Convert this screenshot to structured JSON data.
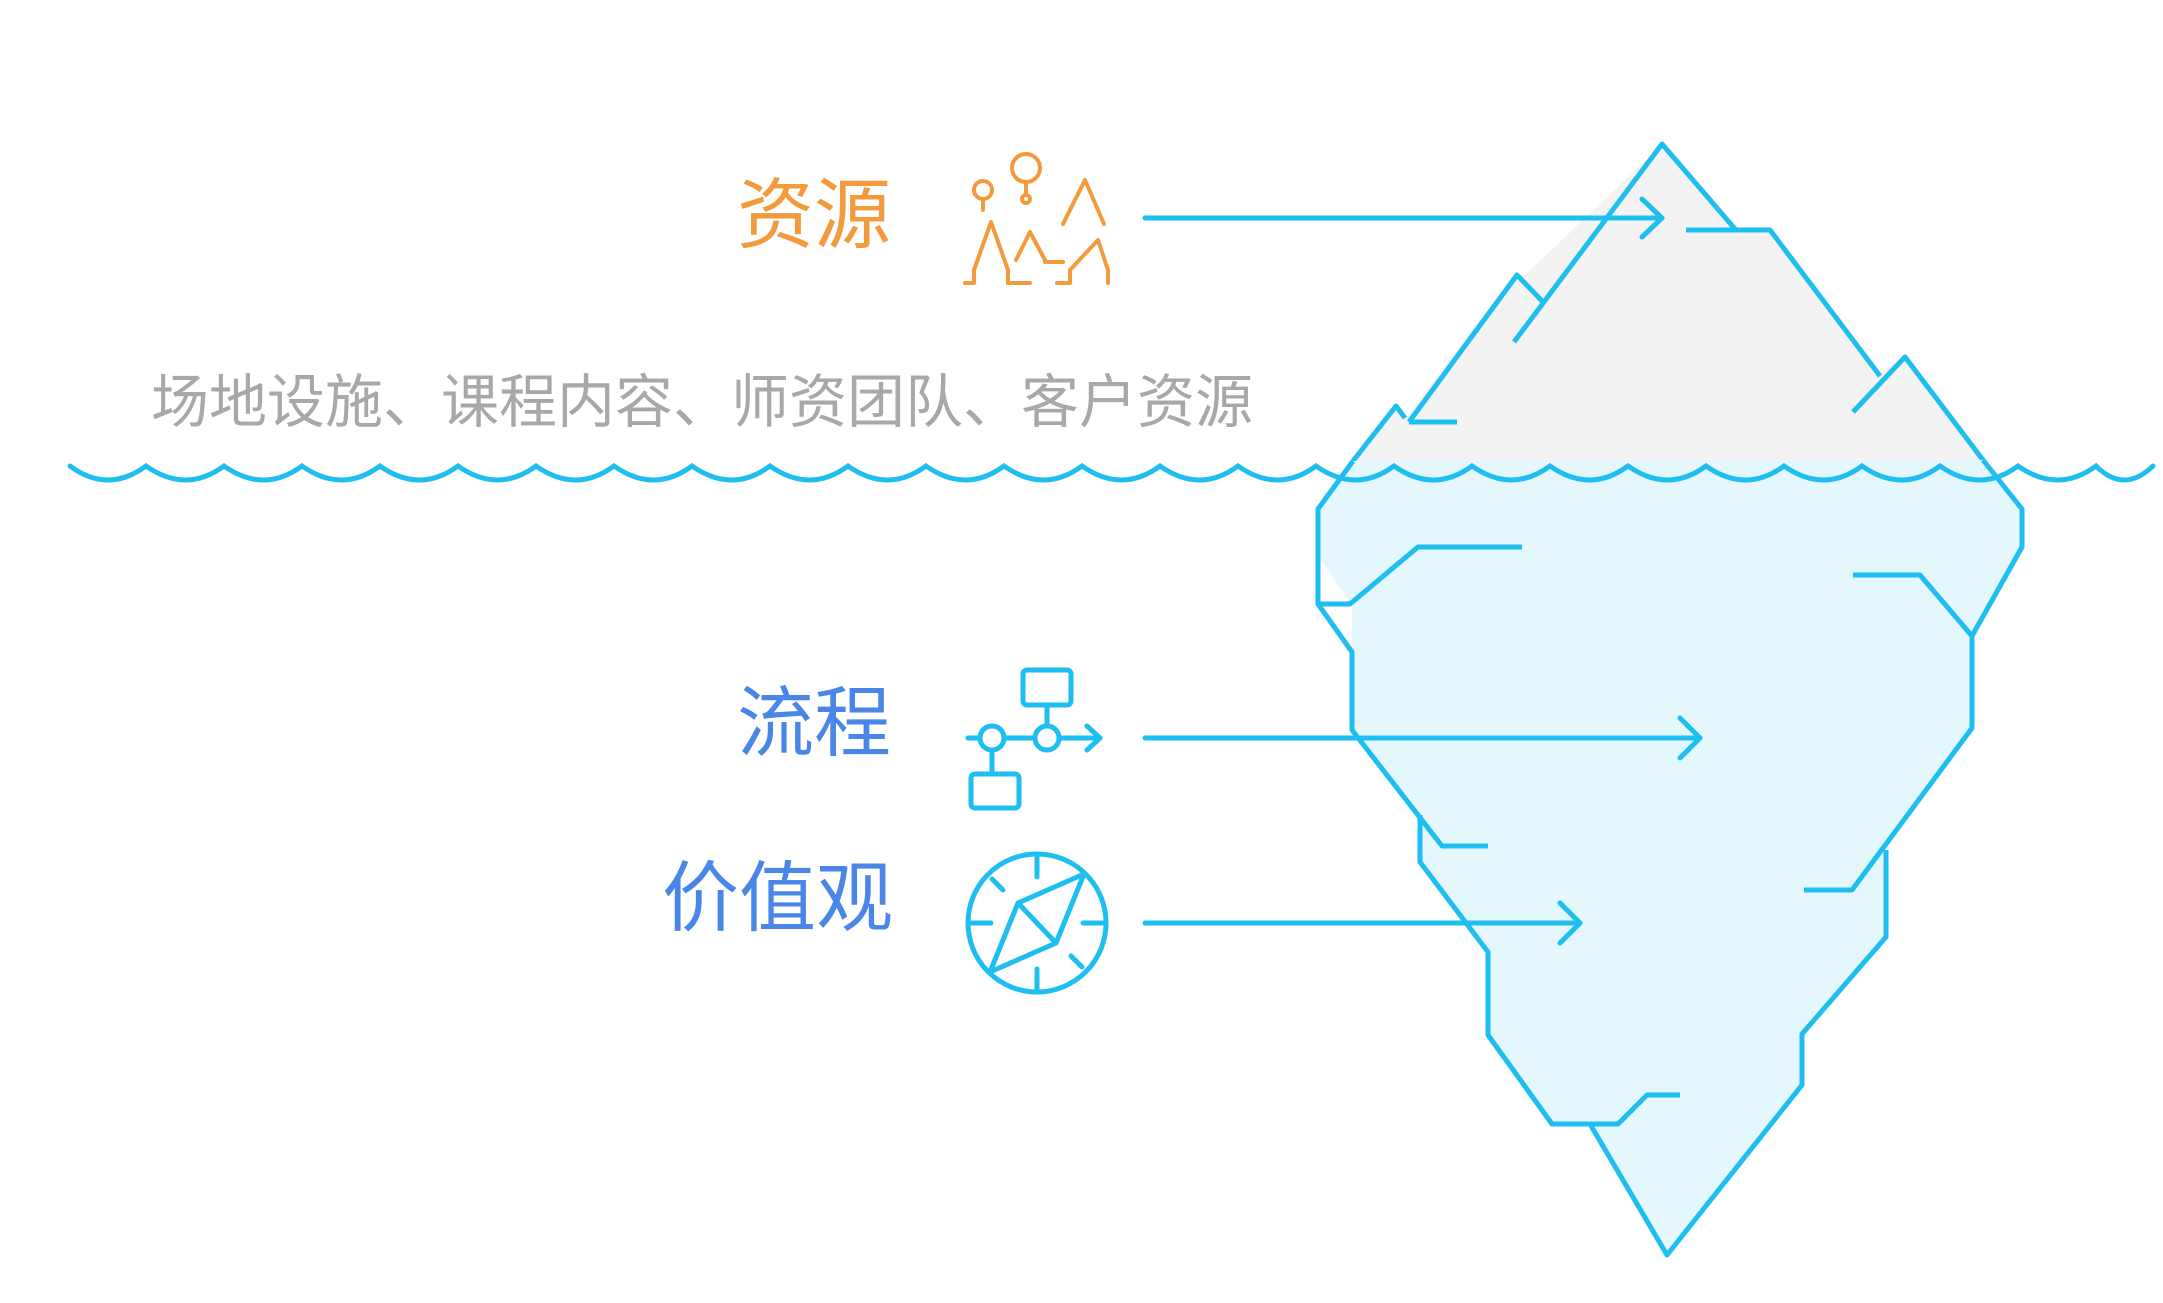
{
  "colors": {
    "ice_stroke": "#1EBFF0",
    "ice_top_fill": "#F3F3F3",
    "ice_bottom_fill": "#E4F7FD",
    "resource_accent": "#F39A3C",
    "flow_accent": "#4A86E8",
    "description_text": "#A8A8A8"
  },
  "resources": {
    "title": "资源",
    "icon": "mountains-balloon-icon",
    "description": "场地设施、课程内容、师资团队、客户资源"
  },
  "process": {
    "title": "流程",
    "icon": "process-flow-icon"
  },
  "values": {
    "title": "价值观",
    "icon": "compass-icon"
  }
}
